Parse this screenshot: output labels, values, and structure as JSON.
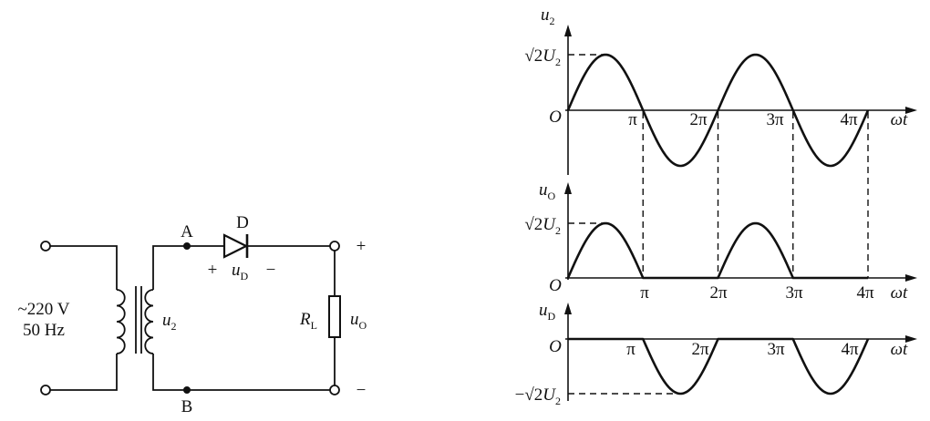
{
  "circuit": {
    "source_voltage": "~220 V",
    "source_frequency": "50 Hz",
    "secondary": {
      "main": "u",
      "sub": "2"
    },
    "node_a": "A",
    "node_b": "B",
    "diode": "D",
    "diode_voltage": {
      "plus": "+",
      "main": "u",
      "sub": "D",
      "minus": "−"
    },
    "load": {
      "main": "R",
      "sub": "L"
    },
    "output": {
      "main": "u",
      "sub": "O",
      "plus": "+",
      "minus": "−"
    }
  },
  "plots": [
    {
      "y_label": {
        "main": "u",
        "sub": "2"
      },
      "level_label": {
        "prefix": "√2",
        "main": "U",
        "sub": "2"
      },
      "origin": "O",
      "ticks": [
        "π",
        "2π",
        "3π",
        "4π"
      ],
      "x_label": "ωt"
    },
    {
      "y_label": {
        "main": "u",
        "sub": "O"
      },
      "level_label": {
        "prefix": "√2",
        "main": "U",
        "sub": "2"
      },
      "origin": "O",
      "ticks": [
        "π",
        "2π",
        "3π",
        "4π"
      ],
      "x_label": "ωt"
    },
    {
      "y_label": {
        "main": "u",
        "sub": "D"
      },
      "level_label": {
        "prefix": "−√2",
        "main": "U",
        "sub": "2"
      },
      "origin": "O",
      "ticks": [
        "π",
        "2π",
        "3π",
        "4π"
      ],
      "x_label": "ωt"
    }
  ],
  "colors": {
    "ink": "#111111",
    "paper": "#ffffff"
  }
}
